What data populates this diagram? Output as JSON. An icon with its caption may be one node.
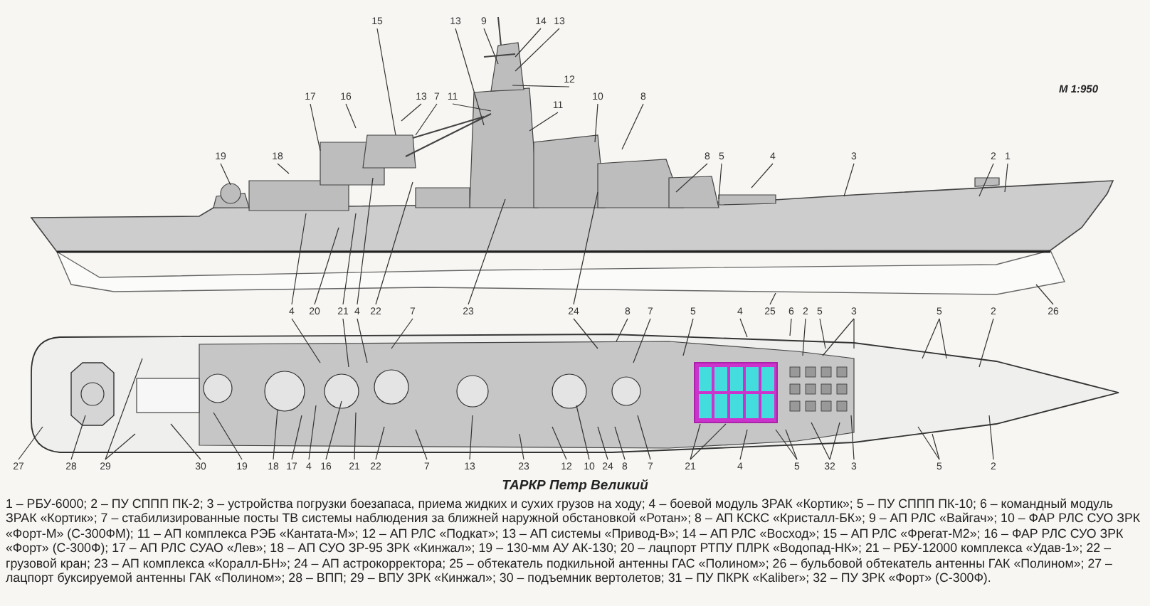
{
  "diagram": {
    "title": "ТАРКР Петр Великий",
    "caption": "1 – РБУ-6000; 2 – ПУ СППП ПК-2; 3 – устройства погрузки боезапаса, приема жидких и сухих грузов на ходу; 4 – боевой модуль ЗРАК «Кортик»; 5 – ПУ СППП ПК-10; 6 – командный модуль ЗРАК «Кортик»; 7 – стабилизированные посты ТВ системы наблюдения за ближней наружной обстановкой «Ротан»; 8 – АП КСКС «Кристалл-БК»; 9 – АП РЛС «Вайгач»; 10 – ФАР РЛС СУО ЗРК «Форт-М» (С-300ФМ); 11 – АП комплекса РЭБ «Кантата-М»; 12 – АП РЛС «Подкат»; 13 – АП системы «Привод-В»; 14 – АП РЛС «Восход»; 15 – АП РЛС «Фрегат-М2»; 16 – ФАР РЛС СУО ЗРК «Форт» (С-300Ф); 17 – АП РЛС СУАО «Лев»; 18 – АП СУО ЗР-95 ЗРК «Кинжал»; 19 – 130-мм АУ АК-130; 20 – лацпорт РТПУ ПЛРК «Водопад-НК»; 21 – РБУ-12000 комплекса «Удав-1»; 22 – грузовой кран; 23 – АП комплекса «Коралл-БН»; 24 – АП астрокорректора; 25 – обтекатель подкильной антенны ГАС «Полином»; 26 – бульбовой обтекатель антенны ГАК «Полином»; 27 – лацпорт буксируемой антенны ГАК «Полином»; 28 – ВПП; 29 – ВПУ ЗРК «Кинжал»; 30 – подъемник вертолетов; 31 – ПУ ПКРК «Kaliber»; 32 – ПУ ЗРК «Форт» (С-300Ф).",
    "nodes": [
      {
        "text": [
          "15"
        ]
      },
      {
        "text": [
          "13"
        ]
      },
      {
        "text": [
          "9"
        ]
      },
      {
        "text": [
          "14"
        ]
      },
      {
        "text": [
          "13"
        ]
      },
      {
        "text": [
          "12"
        ]
      },
      {
        "text": [
          "17"
        ]
      },
      {
        "text": [
          "16"
        ]
      },
      {
        "text": [
          "13"
        ]
      },
      {
        "text": [
          "7"
        ]
      },
      {
        "text": [
          "11"
        ]
      },
      {
        "text": [
          "11"
        ]
      },
      {
        "text": [
          "10"
        ]
      },
      {
        "text": [
          "8"
        ]
      },
      {
        "text": [
          "19"
        ]
      },
      {
        "text": [
          "18"
        ]
      },
      {
        "text": [
          "8"
        ]
      },
      {
        "text": [
          "5"
        ]
      },
      {
        "text": [
          "4"
        ]
      },
      {
        "text": [
          "3"
        ]
      },
      {
        "text": [
          "2"
        ]
      },
      {
        "text": [
          "1"
        ]
      },
      {
        "text": [
          "4"
        ]
      },
      {
        "text": [
          "20"
        ]
      },
      {
        "text": [
          "21"
        ]
      },
      {
        "text": [
          "4"
        ]
      },
      {
        "text": [
          "22"
        ]
      },
      {
        "text": [
          "7"
        ]
      },
      {
        "text": [
          "23"
        ]
      },
      {
        "text": [
          "24"
        ]
      },
      {
        "text": [
          "8"
        ]
      },
      {
        "text": [
          "7"
        ]
      },
      {
        "text": [
          "5"
        ]
      },
      {
        "text": [
          "4"
        ]
      },
      {
        "text": [
          "25"
        ]
      },
      {
        "text": [
          "6"
        ]
      },
      {
        "text": [
          "2"
        ]
      },
      {
        "text": [
          "5"
        ]
      },
      {
        "text": [
          "3"
        ]
      },
      {
        "text": [
          "5"
        ]
      },
      {
        "text": [
          "2"
        ]
      },
      {
        "text": [
          "26"
        ]
      },
      {
        "text": [
          "27"
        ]
      },
      {
        "text": [
          "28"
        ]
      },
      {
        "text": [
          "29"
        ]
      },
      {
        "text": [
          "30"
        ]
      },
      {
        "text": [
          "19"
        ]
      },
      {
        "text": [
          "18"
        ]
      },
      {
        "text": [
          "17"
        ]
      },
      {
        "text": [
          "4"
        ]
      },
      {
        "text": [
          "16"
        ]
      },
      {
        "text": [
          "21"
        ]
      },
      {
        "text": [
          "22"
        ]
      },
      {
        "text": [
          "7"
        ]
      },
      {
        "text": [
          "13"
        ]
      },
      {
        "text": [
          "23"
        ]
      },
      {
        "text": [
          "12"
        ]
      },
      {
        "text": [
          "10"
        ]
      },
      {
        "text": [
          "24"
        ]
      },
      {
        "text": [
          "8"
        ]
      },
      {
        "text": [
          "7"
        ]
      },
      {
        "text": [
          "21"
        ]
      },
      {
        "text": [
          "4"
        ]
      },
      {
        "text": [
          "5"
        ]
      },
      {
        "text": [
          "32"
        ]
      },
      {
        "text": [
          "3"
        ]
      },
      {
        "text": [
          "5"
        ]
      },
      {
        "text": [
          "2"
        ]
      }
    ],
    "edges": [
      {
        "from": 0,
        "to": null,
        "arrow": "none"
      },
      {
        "from": 1,
        "to": null,
        "arrow": "none"
      },
      {
        "from": 2,
        "to": null,
        "arrow": "none"
      },
      {
        "from": 3,
        "to": null,
        "arrow": "none"
      },
      {
        "from": 4,
        "to": null,
        "arrow": "none"
      },
      {
        "from": 5,
        "to": null,
        "arrow": "none"
      },
      {
        "from": 6,
        "to": null,
        "arrow": "none"
      },
      {
        "from": 7,
        "to": null,
        "arrow": "none"
      },
      {
        "from": 8,
        "to": null,
        "arrow": "none"
      },
      {
        "from": 9,
        "to": null,
        "arrow": "none"
      },
      {
        "from": 10,
        "to": null,
        "arrow": "none"
      },
      {
        "from": 11,
        "to": null,
        "arrow": "none"
      },
      {
        "from": 12,
        "to": null,
        "arrow": "none"
      },
      {
        "from": 13,
        "to": null,
        "arrow": "none"
      },
      {
        "from": 14,
        "to": null,
        "arrow": "none"
      },
      {
        "from": 15,
        "to": null,
        "arrow": "none"
      },
      {
        "from": 16,
        "to": null,
        "arrow": "none"
      },
      {
        "from": 17,
        "to": null,
        "arrow": "none"
      },
      {
        "from": 18,
        "to": null,
        "arrow": "none"
      },
      {
        "from": 19,
        "to": null,
        "arrow": "none"
      },
      {
        "from": 20,
        "to": null,
        "arrow": "none"
      },
      {
        "from": 21,
        "to": null,
        "arrow": "none"
      },
      {
        "from": 22,
        "to": null,
        "arrow": "none"
      },
      {
        "from": 22,
        "to": null,
        "arrow": "none"
      },
      {
        "from": 23,
        "to": null,
        "arrow": "none"
      },
      {
        "from": 24,
        "to": null,
        "arrow": "none"
      },
      {
        "from": 24,
        "to": null,
        "arrow": "none"
      },
      {
        "from": 25,
        "to": null,
        "arrow": "none"
      },
      {
        "from": 25,
        "to": null,
        "arrow": "none"
      },
      {
        "from": 26,
        "to": null,
        "arrow": "none"
      },
      {
        "from": 27,
        "to": null,
        "arrow": "none"
      },
      {
        "from": 28,
        "to": null,
        "arrow": "none"
      },
      {
        "from": 29,
        "to": null,
        "arrow": "none"
      },
      {
        "from": 29,
        "to": null,
        "arrow": "none"
      },
      {
        "from": 30,
        "to": null,
        "arrow": "none"
      },
      {
        "from": 31,
        "to": null,
        "arrow": "none"
      },
      {
        "from": 32,
        "to": null,
        "arrow": "none"
      },
      {
        "from": 33,
        "to": null,
        "arrow": "none"
      },
      {
        "from": 34,
        "to": null,
        "arrow": "none"
      },
      {
        "from": 35,
        "to": null,
        "arrow": "none"
      },
      {
        "from": 36,
        "to": null,
        "arrow": "none"
      },
      {
        "from": 37,
        "to": null,
        "arrow": "none"
      },
      {
        "from": 38,
        "to": null,
        "arrow": "none"
      },
      {
        "from": 38,
        "to": null,
        "arrow": "none"
      },
      {
        "from": 39,
        "to": null,
        "arrow": "none"
      },
      {
        "from": 39,
        "to": null,
        "arrow": "none"
      },
      {
        "from": 40,
        "to": null,
        "arrow": "none"
      },
      {
        "from": 41,
        "to": null,
        "arrow": "none"
      },
      {
        "from": 42,
        "to": null,
        "arrow": "none"
      },
      {
        "from": 43,
        "to": null,
        "arrow": "none"
      },
      {
        "from": 44,
        "to": null,
        "arrow": "none"
      },
      {
        "from": 44,
        "to": null,
        "arrow": "none"
      },
      {
        "from": 45,
        "to": null,
        "arrow": "none"
      },
      {
        "from": 46,
        "to": null,
        "arrow": "none"
      },
      {
        "from": 47,
        "to": null,
        "arrow": "none"
      },
      {
        "from": 48,
        "to": null,
        "arrow": "none"
      },
      {
        "from": 49,
        "to": null,
        "arrow": "none"
      },
      {
        "from": 50,
        "to": null,
        "arrow": "none"
      },
      {
        "from": 51,
        "to": null,
        "arrow": "none"
      },
      {
        "from": 52,
        "to": null,
        "arrow": "none"
      },
      {
        "from": 53,
        "to": null,
        "arrow": "none"
      },
      {
        "from": 54,
        "to": null,
        "arrow": "none"
      },
      {
        "from": 55,
        "to": null,
        "arrow": "none"
      },
      {
        "from": 56,
        "to": null,
        "arrow": "none"
      },
      {
        "from": 57,
        "to": null,
        "arrow": "none"
      },
      {
        "from": 58,
        "to": null,
        "arrow": "none"
      },
      {
        "from": 59,
        "to": null,
        "arrow": "none"
      },
      {
        "from": 60,
        "to": null,
        "arrow": "none"
      },
      {
        "from": 61,
        "to": null,
        "arrow": "none"
      },
      {
        "from": 61,
        "to": null,
        "arrow": "none"
      },
      {
        "from": 62,
        "to": null,
        "arrow": "none"
      },
      {
        "from": 63,
        "to": null,
        "arrow": "none"
      },
      {
        "from": 63,
        "to": null,
        "arrow": "none"
      },
      {
        "from": 64,
        "to": null,
        "arrow": "none"
      },
      {
        "from": 64,
        "to": null,
        "arrow": "none"
      },
      {
        "from": 65,
        "to": null,
        "arrow": "none"
      },
      {
        "from": 66,
        "to": null,
        "arrow": "none"
      },
      {
        "from": 66,
        "to": null,
        "arrow": "none"
      },
      {
        "from": 67,
        "to": null,
        "arrow": "none"
      }
    ],
    "labels": [
      "M 1:950"
    ]
  }
}
